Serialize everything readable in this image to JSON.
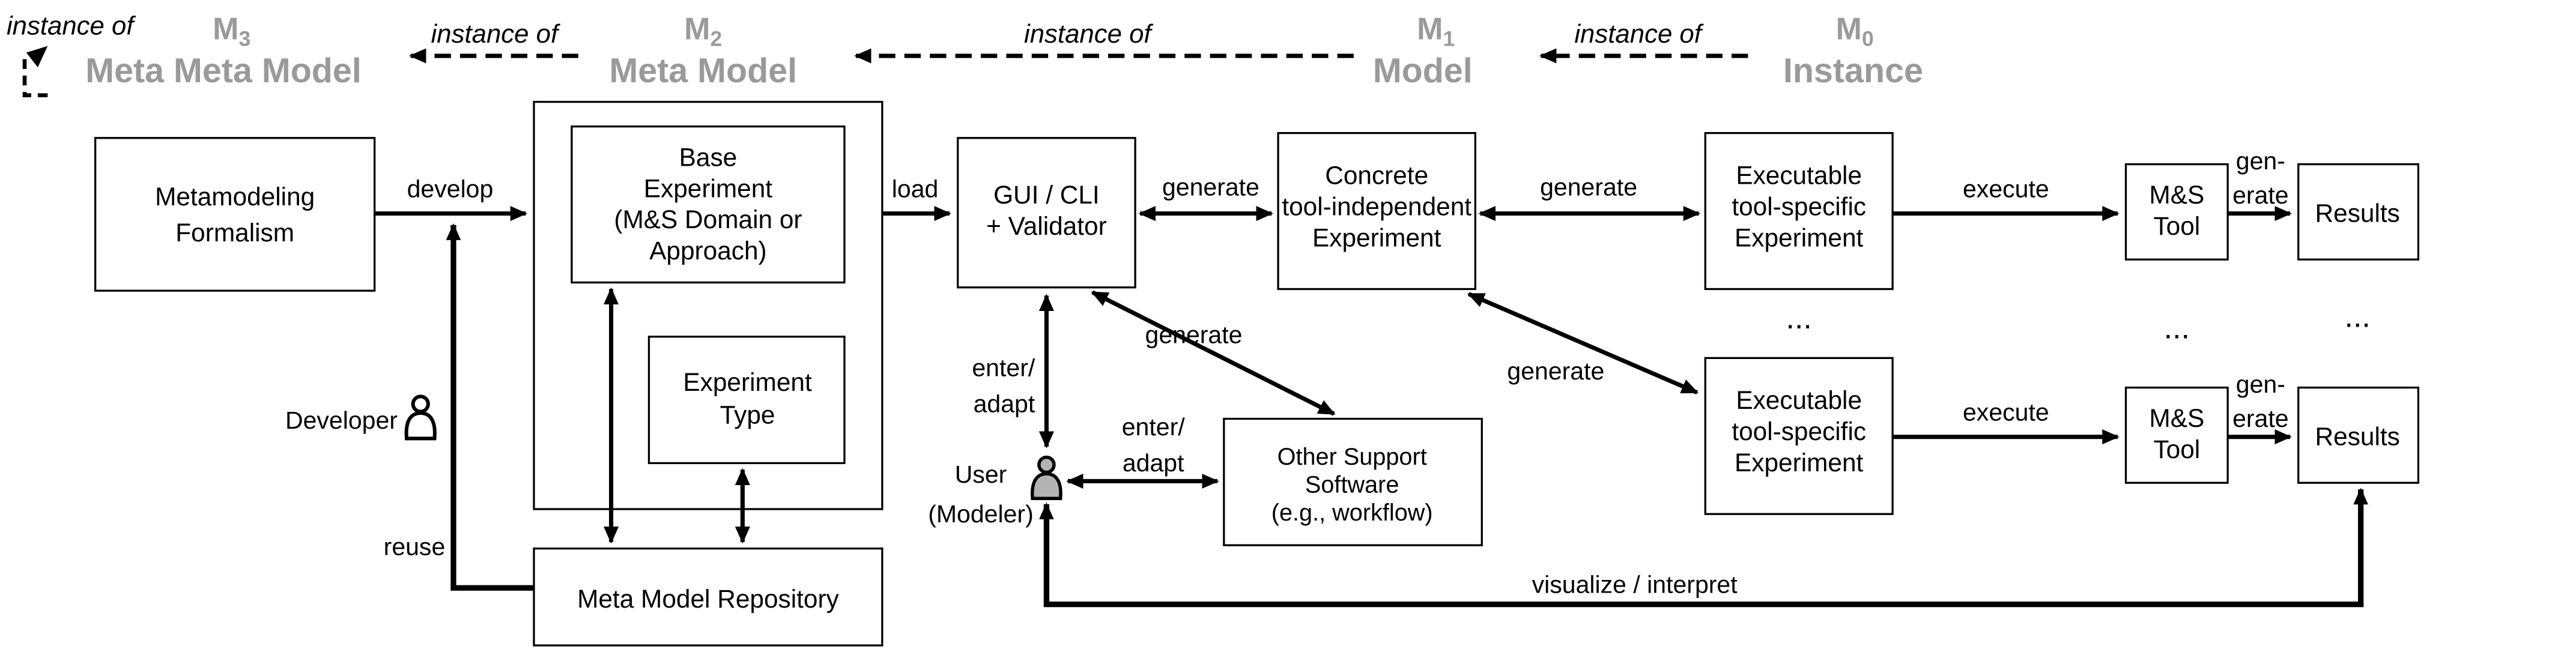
{
  "levels": [
    {
      "m": "M",
      "sub": "3",
      "name": "Meta Meta Model"
    },
    {
      "m": "M",
      "sub": "2",
      "name": "Meta Model"
    },
    {
      "m": "M",
      "sub": "1",
      "name": "Model"
    },
    {
      "m": "M",
      "sub": "0",
      "name": "Instance"
    }
  ],
  "instance_of": {
    "self": "instance of",
    "m2_to_m3": "instance of",
    "m1_to_m2": "instance of",
    "m0_to_m1": "instance of"
  },
  "boxes": {
    "metamodeling_formalism": {
      "lines": [
        "Metamodeling",
        "Formalism"
      ]
    },
    "base_experiment": {
      "lines": [
        "Base",
        "Experiment",
        "(M&S Domain or",
        "Approach)"
      ]
    },
    "experiment_type": {
      "lines": [
        "Experiment",
        "Type"
      ]
    },
    "meta_model_repository": {
      "lines": [
        "Meta Model Repository"
      ]
    },
    "gui_cli_validator": {
      "lines": [
        "GUI / CLI",
        "+ Validator"
      ]
    },
    "concrete_experiment": {
      "lines": [
        "Concrete",
        "tool-independent",
        "Experiment"
      ]
    },
    "executable_experiment_top": {
      "lines": [
        "Executable",
        "tool-specific",
        "Experiment"
      ]
    },
    "executable_experiment_bottom": {
      "lines": [
        "Executable",
        "tool-specific",
        "Experiment"
      ]
    },
    "ms_tool_top": {
      "lines": [
        "M&S",
        "Tool"
      ]
    },
    "ms_tool_bottom": {
      "lines": [
        "M&S",
        "Tool"
      ]
    },
    "results_top": {
      "lines": [
        "Results"
      ]
    },
    "results_bottom": {
      "lines": [
        "Results"
      ]
    },
    "other_support_software": {
      "lines": [
        "Other Support",
        "Software",
        "(e.g., workflow)"
      ]
    }
  },
  "edges": {
    "develop": "develop",
    "load": "load",
    "generate_gui_concrete": "generate",
    "generate_concrete_exec": "generate",
    "generate_diag_gui_support": "generate",
    "generate_diag_concrete_exec": "generate",
    "execute_top": "execute",
    "execute_bottom": "execute",
    "generate_hyphen_top": [
      "gen-",
      "erate"
    ],
    "generate_hyphen_bottom": [
      "gen-",
      "erate"
    ],
    "reuse": "reuse",
    "enter_adapt_vertical": [
      "enter/",
      "adapt"
    ],
    "enter_adapt_horizontal": [
      "enter/",
      "adapt"
    ],
    "visualize_interpret": "visualize / interpret"
  },
  "actors": {
    "developer": "Developer",
    "user": [
      "User",
      "(Modeler)"
    ]
  },
  "ellipsis": {
    "executable": "...",
    "ms_tool": "...",
    "results": "..."
  },
  "colors": {
    "level_header": "#9a9a9a",
    "line": "#000000",
    "box_fill": "#ffffff",
    "user_icon_fill": "#b3b3b3",
    "background": "#ffffff"
  }
}
